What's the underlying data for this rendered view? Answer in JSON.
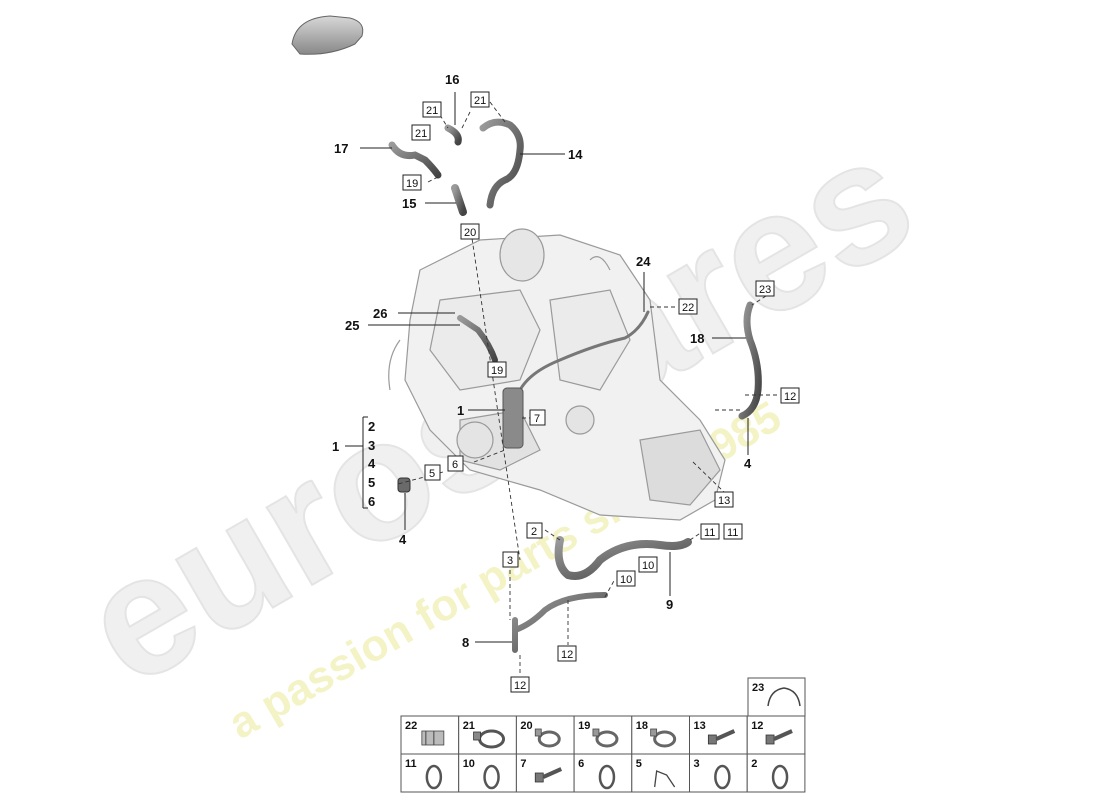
{
  "watermark": {
    "brand": "eurospares",
    "tagline": "a passion for parts since 1985"
  },
  "callouts": [
    {
      "label": "16"
    },
    {
      "label": "17"
    },
    {
      "label": "14"
    },
    {
      "label": "15"
    },
    {
      "label": "24"
    },
    {
      "label": "26"
    },
    {
      "label": "25"
    },
    {
      "label": "18"
    },
    {
      "label": "1"
    },
    {
      "label": "1"
    },
    {
      "label": "2"
    },
    {
      "label": "3"
    },
    {
      "label": "4"
    },
    {
      "label": "5"
    },
    {
      "label": "6"
    },
    {
      "label": "4"
    },
    {
      "label": "4"
    },
    {
      "label": "9"
    },
    {
      "label": "8"
    }
  ],
  "boxes": [
    {
      "label": "21"
    },
    {
      "label": "21"
    },
    {
      "label": "21"
    },
    {
      "label": "19"
    },
    {
      "label": "20"
    },
    {
      "label": "22"
    },
    {
      "label": "23"
    },
    {
      "label": "19"
    },
    {
      "label": "7"
    },
    {
      "label": "6"
    },
    {
      "label": "5"
    },
    {
      "label": "12"
    },
    {
      "label": "13"
    },
    {
      "label": "2"
    },
    {
      "label": "3"
    },
    {
      "label": "11"
    },
    {
      "label": "11"
    },
    {
      "label": "10"
    },
    {
      "label": "10"
    },
    {
      "label": "12"
    },
    {
      "label": "12"
    }
  ],
  "legend": {
    "top": [
      {
        "num": "23",
        "icon": "wire-clip-icon"
      }
    ],
    "row1": [
      {
        "num": "22",
        "icon": "clip-bracket-icon"
      },
      {
        "num": "21",
        "icon": "hose-clamp-icon"
      },
      {
        "num": "20",
        "icon": "spring-clamp-icon"
      },
      {
        "num": "19",
        "icon": "spring-clamp-icon"
      },
      {
        "num": "18",
        "icon": "spring-clamp-icon"
      },
      {
        "num": "13",
        "icon": "bolt-icon"
      },
      {
        "num": "12",
        "icon": "bolt-icon"
      }
    ],
    "row2": [
      {
        "num": "11",
        "icon": "o-ring-icon"
      },
      {
        "num": "10",
        "icon": "o-ring-icon"
      },
      {
        "num": "7",
        "icon": "bolt-icon"
      },
      {
        "num": "6",
        "icon": "o-ring-icon"
      },
      {
        "num": "5",
        "icon": "wire-clip-icon"
      },
      {
        "num": "3",
        "icon": "o-ring-icon"
      },
      {
        "num": "2",
        "icon": "o-ring-icon"
      }
    ]
  }
}
